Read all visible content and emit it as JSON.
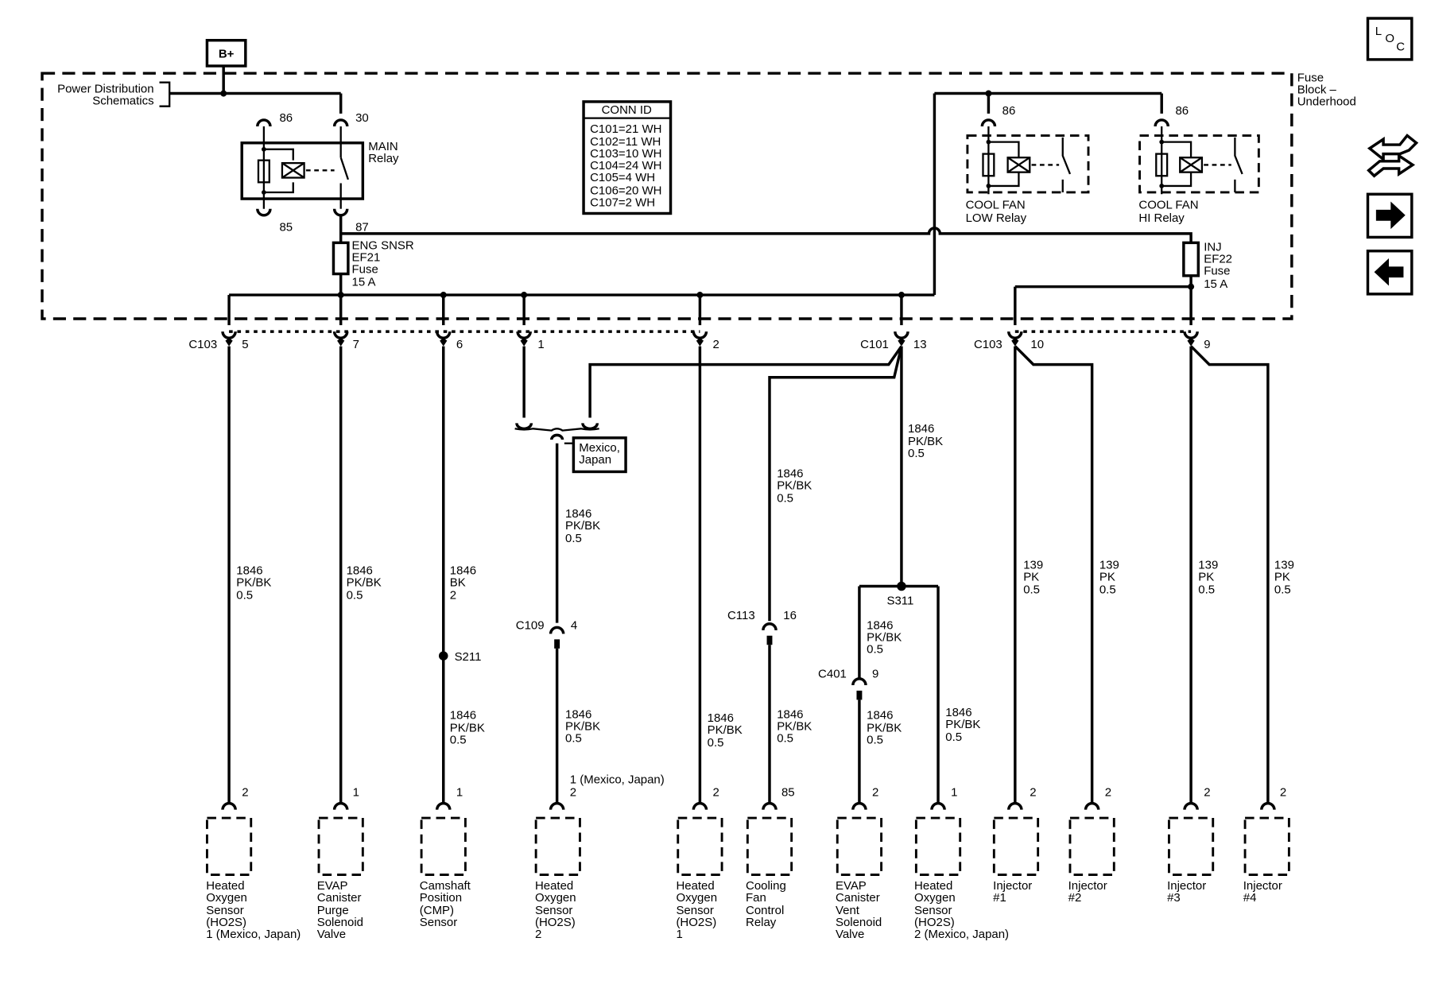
{
  "power": {
    "bplus": "B+",
    "pds_line1": "Power Distribution",
    "pds_line2": "Schematics",
    "fuse_block_line1": "Fuse",
    "fuse_block_line2": "Block –",
    "fuse_block_line3": "Underhood"
  },
  "main_relay": {
    "name1": "MAIN",
    "name2": "Relay",
    "pin86": "86",
    "pin30": "30",
    "pin85": "85",
    "pin87": "87"
  },
  "conn_id": {
    "title": "CONN ID",
    "rows": [
      "C101=21 WH",
      "C102=11 WH",
      "C103=10 WH",
      "C104=24 WH",
      "C105=4 WH",
      "C106=20 WH",
      "C107=2 WH"
    ]
  },
  "fan_low": {
    "pin": "86",
    "name1": "COOL FAN",
    "name2": "LOW Relay"
  },
  "fan_hi": {
    "pin": "86",
    "name1": "COOL FAN",
    "name2": "HI Relay"
  },
  "fuse_ef21": {
    "l1": "ENG SNSR",
    "l2": "EF21",
    "l3": "Fuse",
    "l4": "15 A"
  },
  "fuse_ef22": {
    "l1": "INJ",
    "l2": "EF22",
    "l3": "Fuse",
    "l4": "15 A"
  },
  "connectors": {
    "c103_left": "C103",
    "c101": "C101",
    "c103_right": "C103",
    "pins": [
      "5",
      "7",
      "6",
      "1",
      "2",
      "13",
      "10",
      "9"
    ],
    "c109": "C109",
    "c109_pin": "4",
    "c113": "C113",
    "c113_pin": "16",
    "c401": "C401",
    "c401_pin": "9"
  },
  "splices": {
    "s211": "S211",
    "s311": "S311"
  },
  "option_box": {
    "l1": "Mexico,",
    "l2": "Japan"
  },
  "wires": {
    "w1": [
      "1846",
      "PK/BK",
      "0.5"
    ],
    "w2": [
      "1846",
      "PK/BK",
      "0.5"
    ],
    "w3a": [
      "1846",
      "BK",
      "2"
    ],
    "w3b": [
      "1846",
      "PK/BK",
      "0.5"
    ],
    "w4a": [
      "1846",
      "PK/BK",
      "0.5"
    ],
    "w4b": [
      "1846",
      "PK/BK",
      "0.5"
    ],
    "w5": [
      "1846",
      "PK/BK",
      "0.5"
    ],
    "w6a": [
      "1846",
      "PK/BK",
      "0.5"
    ],
    "w6b": [
      "1846",
      "PK/BK",
      "0.5"
    ],
    "w7": [
      "1846",
      "PK/BK",
      "0.5"
    ],
    "w8a": [
      "1846",
      "PK/BK",
      "0.5"
    ],
    "w8b": [
      "1846",
      "PK/BK",
      "0.5"
    ],
    "w9": [
      "1846",
      "PK/BK",
      "0.5"
    ],
    "inj1": [
      "139",
      "PK",
      "0.5"
    ],
    "inj2": [
      "139",
      "PK",
      "0.5"
    ],
    "inj3": [
      "139",
      "PK",
      "0.5"
    ],
    "inj4": [
      "139",
      "PK",
      "0.5"
    ]
  },
  "components": [
    {
      "pin": "2",
      "lines": [
        "Heated",
        "Oxygen",
        "Sensor",
        "(HO2S)",
        "1 (Mexico, Japan)"
      ]
    },
    {
      "pin": "1",
      "lines": [
        "EVAP",
        "Canister",
        "Purge",
        "Solenoid",
        "Valve"
      ]
    },
    {
      "pin": "1",
      "lines": [
        "Camshaft",
        "Position",
        "(CMP)",
        "Sensor"
      ]
    },
    {
      "pin": "2",
      "pin_note": "1 (Mexico, Japan)",
      "lines": [
        "Heated",
        "Oxygen",
        "Sensor",
        "(HO2S)",
        "2"
      ]
    },
    {
      "pin": "2",
      "lines": [
        "Heated",
        "Oxygen",
        "Sensor",
        "(HO2S)",
        "1"
      ]
    },
    {
      "pin": "85",
      "lines": [
        "Cooling",
        "Fan",
        "Control",
        "Relay"
      ]
    },
    {
      "pin": "2",
      "lines": [
        "EVAP",
        "Canister",
        "Vent",
        "Solenoid",
        "Valve"
      ]
    },
    {
      "pin": "1",
      "lines": [
        "Heated",
        "Oxygen",
        "Sensor",
        "(HO2S)",
        "2 (Mexico, Japan)"
      ]
    },
    {
      "pin": "2",
      "lines": [
        "Injector",
        "#1"
      ]
    },
    {
      "pin": "2",
      "lines": [
        "Injector",
        "#2"
      ]
    },
    {
      "pin": "2",
      "lines": [
        "Injector",
        "#3"
      ]
    },
    {
      "pin": "2",
      "lines": [
        "Injector",
        "#4"
      ]
    }
  ],
  "nav": {
    "loc_l": "L",
    "loc_o": "O",
    "loc_c": "C",
    "icons": [
      "swap-arrows-icon",
      "arrow-right-icon",
      "arrow-left-icon"
    ]
  }
}
